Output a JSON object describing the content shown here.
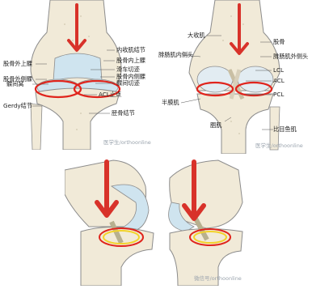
{
  "figure": {
    "panel_front": {
      "labels": {
        "adductor_tubercle": "内收肌结节",
        "medial_epicondyle": "股骨内上髁",
        "lateral_epicondyle": "股骨外上髁",
        "patellar_notch": "滑车切迹",
        "lateral_condyle": "股骨外侧髁",
        "medial_condyle": "股骨内侧髁",
        "intercondylar_fossa": "髁间窝",
        "patellar_groove": "髁间切迹",
        "acl_insertion": "ACL止点",
        "gerdy_tubercle": "Gerdy结节",
        "tibial_tuberosity": "胫骨结节"
      },
      "watermark": "医学生/orthoonline"
    },
    "panel_back": {
      "labels": {
        "adductor_magnus": "大收肌",
        "gastrocnemius_medial": "腓肠肌内侧头",
        "femur": "股骨",
        "gastrocnemius_lateral": "腓肠肌外侧头",
        "lcl": "LCL",
        "acl": "ACL",
        "semimembranosus": "半膜肌",
        "pcl": "PCL",
        "popliteus": "腘肌",
        "soleus": "比目鱼肌"
      },
      "watermark": "医学生/orthoonline"
    },
    "panel_bottom": {
      "watermark": "微信号/orthoonline"
    }
  },
  "colors": {
    "arrow": "#d8322a",
    "highlight": "#e0241c",
    "bone": "#f1ead8",
    "cartilage": "#cfe4ef",
    "tendon": "#e9e3d2",
    "outline": "#8c8c8c",
    "yellow_ring": "#f2d22a"
  }
}
